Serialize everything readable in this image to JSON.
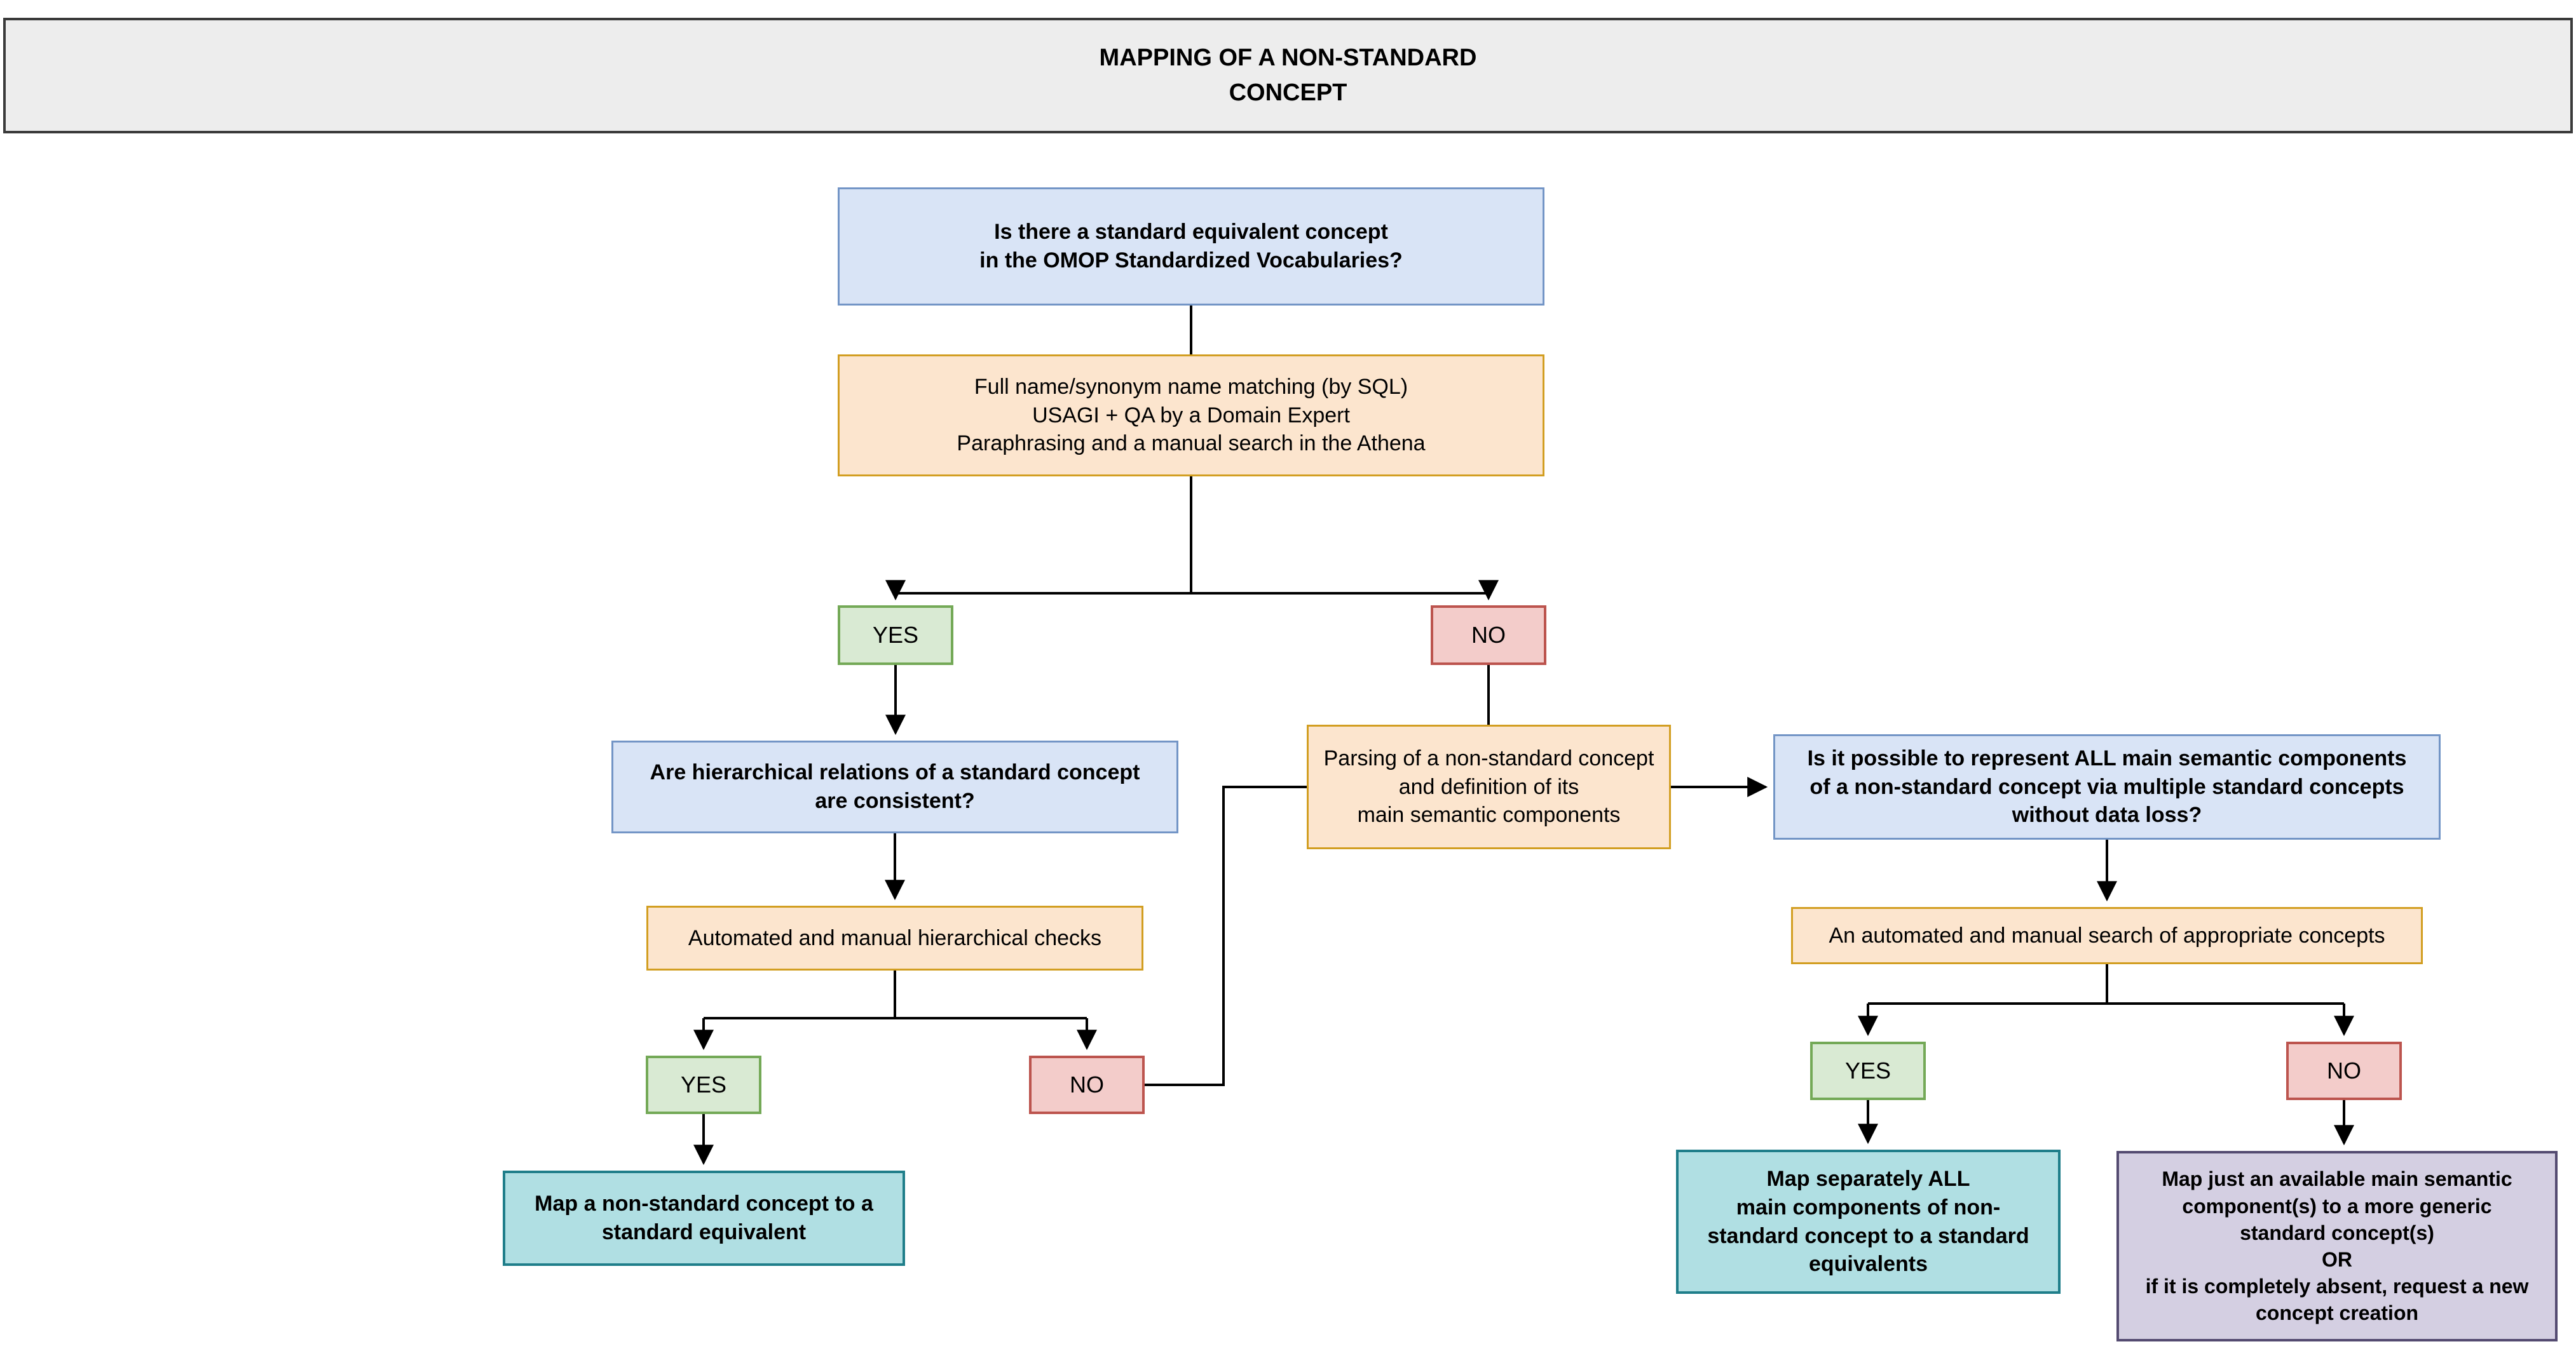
{
  "title": "MAPPING OF A NON-STANDARD\nCONCEPT",
  "nodes": {
    "q1": "Is there a standard equivalent concept\nin the OMOP Standardized Vocabularies?",
    "p1": "Full name/synonym name matching (by SQL)\nUSAGI + QA by a Domain Expert\nParaphrasing and a manual search in the Athena",
    "yes1": "YES",
    "no1": "NO",
    "q2": "Are hierarchical relations of a standard concept\nare consistent?",
    "p2": "Automated and manual hierarchical checks",
    "yes2": "YES",
    "no2": "NO",
    "t1": "Map a non-standard concept to a\nstandard equivalent",
    "p3": "Parsing of a non-standard concept\nand definition of its\nmain semantic components",
    "q3": "Is it possible to represent ALL main semantic components\nof a non-standard concept via multiple standard concepts\nwithout data loss?",
    "p4": "An automated and manual search of appropriate concepts",
    "yes3": "YES",
    "no3": "NO",
    "t2": "Map separately ALL\nmain components of non-\nstandard concept to a standard\nequivalents",
    "pu1": "Map just an available main semantic\ncomponent(s) to a more generic\nstandard concept(s)\nOR\nif it is completely absent, request a new\nconcept creation"
  },
  "colors": {
    "header_fill": "#ededed",
    "header_border": "#3a3a3a",
    "question_fill": "#d9e4f6",
    "question_border": "#7395c6",
    "process_fill": "#fce5ce",
    "process_border": "#d29e21",
    "yes_fill": "#d9ead3",
    "yes_border": "#74a957",
    "no_fill": "#f3ccca",
    "no_border": "#bc544e",
    "result_fill": "#b0dfe3",
    "result_border": "#1f7e8a",
    "fallback_fill": "#d4cfe2",
    "fallback_border": "#544b71",
    "connector": "#000000"
  }
}
